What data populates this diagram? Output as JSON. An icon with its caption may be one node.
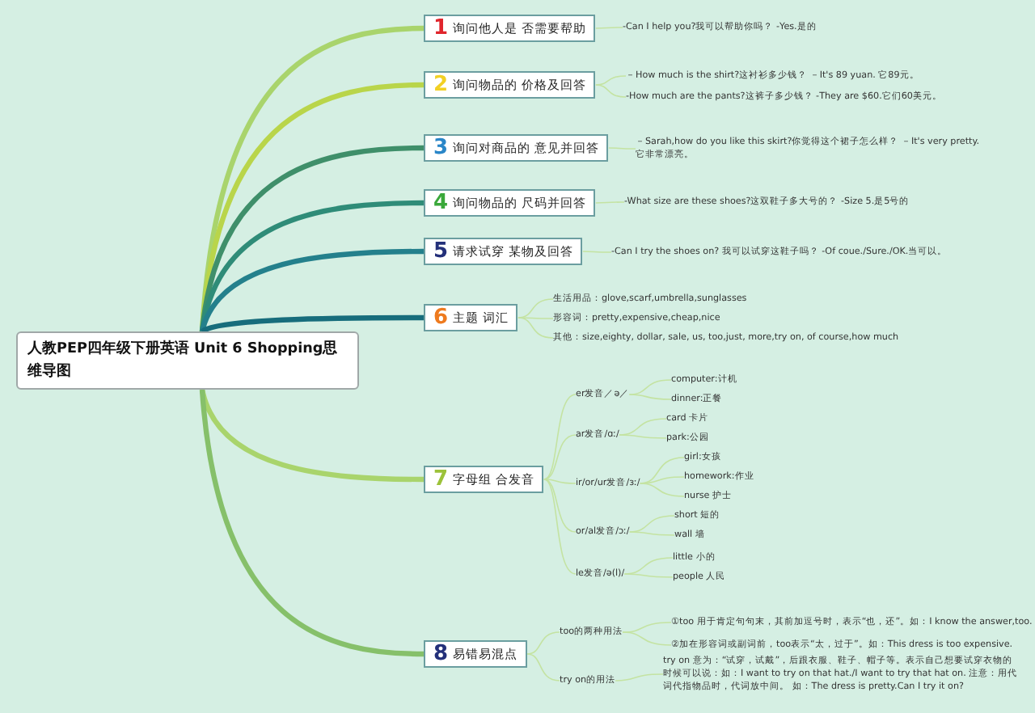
{
  "diagram": {
    "nodes": [
      {
        "text": [
          "人教PEP四年级下册英语 Unit 6 Shopping思维导图"
        ]
      },
      {
        "text": [
          "1",
          "询问他人是 否需要帮助"
        ]
      },
      {
        "text": [
          "-Can I help you?我可以帮助你吗？ -Yes.是的"
        ]
      },
      {
        "text": [
          "2",
          "询问物品的 价格及回答"
        ]
      },
      {
        "text": [
          "－How much is the shirt?这衬衫多少钱？ －It's 89 yuan. 它89元。"
        ]
      },
      {
        "text": [
          "-How much are the pants?这裤子多少钱？ -They are $60.它们60美元。"
        ]
      },
      {
        "text": [
          "3",
          "询问对商品的 意见并回答"
        ]
      },
      {
        "text": [
          "－Sarah,how do you like this skirt?你觉得这个裙子怎么样？ －It's very pretty. 它非常漂亮。"
        ]
      },
      {
        "text": [
          "4",
          "询问物品的 尺码并回答"
        ]
      },
      {
        "text": [
          "-What size are these shoes?这双鞋子多大号的？ -Size 5.是5号的"
        ]
      },
      {
        "text": [
          "5",
          "请求试穿 某物及回答"
        ]
      },
      {
        "text": [
          "-Can I try the shoes on? 我可以试穿这鞋子吗？ -Of coue./Sure./OK.当可以。"
        ]
      },
      {
        "text": [
          "6",
          "主题 词汇"
        ]
      },
      {
        "text": [
          "生活用品：glove,scarf,umbrella,sunglasses"
        ]
      },
      {
        "text": [
          "形容词：pretty,expensive,cheap,nice"
        ]
      },
      {
        "text": [
          "其他：size,eighty, dollar, sale, us, too,just, more,try on, of course,how much"
        ]
      },
      {
        "text": [
          "7",
          "字母组 合发音"
        ]
      },
      {
        "text": [
          "er发音／ə／"
        ]
      },
      {
        "text": [
          "computer:计机"
        ]
      },
      {
        "text": [
          "dinner:正餐"
        ]
      },
      {
        "text": [
          "ar发音/ɑː/"
        ]
      },
      {
        "text": [
          "card 卡片"
        ]
      },
      {
        "text": [
          "park:公园"
        ]
      },
      {
        "text": [
          "ir/or/ur发音/ɜː/"
        ]
      },
      {
        "text": [
          "girl:女孩"
        ]
      },
      {
        "text": [
          "homework:作业"
        ]
      },
      {
        "text": [
          "nurse 护士"
        ]
      },
      {
        "text": [
          "or/al发音/ɔː/"
        ]
      },
      {
        "text": [
          "short 短的"
        ]
      },
      {
        "text": [
          "wall 墙"
        ]
      },
      {
        "text": [
          "le发音/ə(l)/"
        ]
      },
      {
        "text": [
          "little 小的"
        ]
      },
      {
        "text": [
          "people 人民"
        ]
      },
      {
        "text": [
          "8",
          "易错易混点"
        ]
      },
      {
        "text": [
          "too的两种用法"
        ]
      },
      {
        "text": [
          "①too 用于肯定句句末，其前加逗号时，表示“也，还”。如：I know the answer,too."
        ]
      },
      {
        "text": [
          "②加在形容词或副词前，too表示“太，过于”。如：This dress is too expensive."
        ]
      },
      {
        "text": [
          "try on的用法"
        ]
      },
      {
        "text": [
          "try on 意为：“试穿，试戴”，后跟衣服、鞋子、帽子等。表示自己想要试穿衣物的时候可以说：如：I want to try on that hat./I want to try that hat on. 注意：用代词代指物品时，代词放中间。 如：The dress is pretty.Can I try it on?"
        ]
      }
    ],
    "edges": [
      {
        "from": 0,
        "to": 1,
        "arrow": "none",
        "style": "thick",
        "color": "#a9d46c"
      },
      {
        "from": 0,
        "to": 3,
        "arrow": "none",
        "style": "thick",
        "color": "#b9d54a"
      },
      {
        "from": 0,
        "to": 6,
        "arrow": "none",
        "style": "thick",
        "color": "#3f8f6a"
      },
      {
        "from": 0,
        "to": 8,
        "arrow": "none",
        "style": "thick",
        "color": "#2f8c78"
      },
      {
        "from": 0,
        "to": 10,
        "arrow": "none",
        "style": "thick",
        "color": "#24808c"
      },
      {
        "from": 0,
        "to": 12,
        "arrow": "none",
        "style": "thick",
        "color": "#176d7c"
      },
      {
        "from": 0,
        "to": 16,
        "arrow": "none",
        "style": "thick",
        "color": "#a9d46c"
      },
      {
        "from": 0,
        "to": 33,
        "arrow": "none",
        "style": "thick",
        "color": "#86c06a"
      },
      {
        "from": 1,
        "to": 2,
        "arrow": "none"
      },
      {
        "from": 3,
        "to": 4,
        "arrow": "none"
      },
      {
        "from": 3,
        "to": 5,
        "arrow": "none"
      },
      {
        "from": 6,
        "to": 7,
        "arrow": "none"
      },
      {
        "from": 8,
        "to": 9,
        "arrow": "none"
      },
      {
        "from": 10,
        "to": 11,
        "arrow": "none"
      },
      {
        "from": 12,
        "to": 13,
        "arrow": "none"
      },
      {
        "from": 12,
        "to": 14,
        "arrow": "none"
      },
      {
        "from": 12,
        "to": 15,
        "arrow": "none"
      },
      {
        "from": 16,
        "to": 17,
        "arrow": "none"
      },
      {
        "from": 17,
        "to": 18,
        "arrow": "none"
      },
      {
        "from": 17,
        "to": 19,
        "arrow": "none"
      },
      {
        "from": 16,
        "to": 20,
        "arrow": "none"
      },
      {
        "from": 20,
        "to": 21,
        "arrow": "none"
      },
      {
        "from": 20,
        "to": 22,
        "arrow": "none"
      },
      {
        "from": 16,
        "to": 23,
        "arrow": "none"
      },
      {
        "from": 23,
        "to": 24,
        "arrow": "none"
      },
      {
        "from": 23,
        "to": 25,
        "arrow": "none"
      },
      {
        "from": 23,
        "to": 26,
        "arrow": "none"
      },
      {
        "from": 16,
        "to": 27,
        "arrow": "none"
      },
      {
        "from": 27,
        "to": 28,
        "arrow": "none"
      },
      {
        "from": 27,
        "to": 29,
        "arrow": "none"
      },
      {
        "from": 16,
        "to": 30,
        "arrow": "none"
      },
      {
        "from": 30,
        "to": 31,
        "arrow": "none"
      },
      {
        "from": 30,
        "to": 32,
        "arrow": "none"
      },
      {
        "from": 33,
        "to": 34,
        "arrow": "none"
      },
      {
        "from": 34,
        "to": 35,
        "arrow": "none"
      },
      {
        "from": 34,
        "to": 36,
        "arrow": "none"
      },
      {
        "from": 33,
        "to": 37,
        "arrow": "none"
      },
      {
        "from": 37,
        "to": 38,
        "arrow": "none"
      }
    ]
  }
}
